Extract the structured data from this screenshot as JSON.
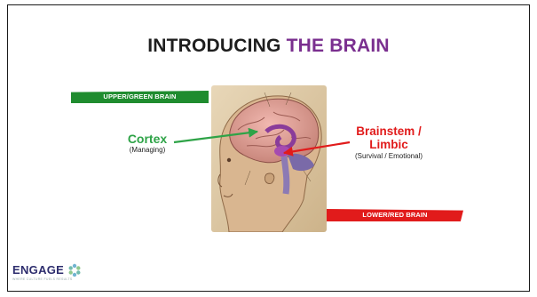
{
  "slide": {
    "title_part1": "INTRODUCING",
    "title_part2": "THE BRAIN",
    "accent_color": "#7a2f8f"
  },
  "banners": {
    "upper": "UPPER/GREEN BRAIN",
    "lower": "LOWER/RED BRAIN",
    "upper_color": "#1f8c2f",
    "lower_color": "#e11b1b"
  },
  "cortex": {
    "title": "Cortex",
    "subtitle": "(Managing)",
    "color": "#2ea347"
  },
  "brainstem": {
    "title_line1": "Brainstem /",
    "title_line2": "Limbic",
    "subtitle": "(Survival / Emotional)",
    "color": "#e11b1b"
  },
  "logo": {
    "word": "ENGAGE",
    "tagline": "WHERE CULTURE FUELS RESULTS",
    "icon": "flower-icon"
  },
  "image": {
    "icon": "brain-illustration-icon"
  }
}
